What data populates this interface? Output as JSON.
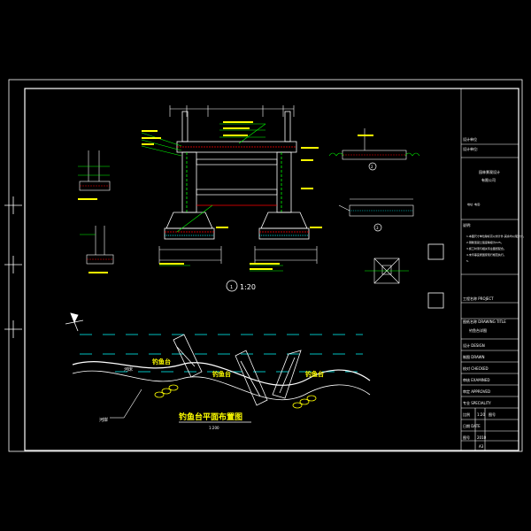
{
  "drawing": {
    "plan_title": "钓鱼台平面布置图",
    "plan_scale": "1:200",
    "section_scale": "1:20",
    "section_marker_1": "1",
    "section_marker_2": "2",
    "section_marker_3": "3",
    "river_label": "河床",
    "platform_label_1": "钓鱼台",
    "platform_label_2": "钓鱼台",
    "platform_label_3": "钓鱼台",
    "shore_label": "河岸",
    "north_label": "N"
  },
  "title_block": {
    "header_1": "设计单位",
    "header_2": "设计单位:",
    "company_line_1": "园林景观设计",
    "company_line_2": "有限公司",
    "contact_line": "地址: 电话:",
    "notes_label": "说明:",
    "notes_line_1": "1.本图尺寸单位除标高以米计外,其余均以毫米计。",
    "notes_line_2": "2.钢筋混凝土强度等级为C25。",
    "notes_line_3": "3.施工时须与相关专业图纸配合。",
    "notes_line_4": "4.未尽事宜按国家现行规范执行。",
    "notes_line_5": "5.",
    "project_label": "工程名称 PROJECT",
    "drawing_title_label": "图纸名称 DRAWING TITLE",
    "drawing_title": "钓鱼台详图",
    "row_1": "设计 DESIGN",
    "row_2": "制图 DRAWN",
    "row_3": "校对 CHECKED",
    "row_4": "审核 EXAMINED",
    "row_5": "审定 APPROVED",
    "row_6": "专业 SPECIALITY",
    "row_7": "比例",
    "row_7_value": "1:20",
    "row_7_right": "图号",
    "row_8": "日期 DATE",
    "row_8_value": "2010",
    "row_9": "图号",
    "row_9_value": "A3"
  },
  "colors": {
    "background": "#000000",
    "frame": "#ffffff",
    "annotation": "#00ff00",
    "water": "#00ffff",
    "highlight": "#ffff00",
    "hatch": "#ff0000",
    "leader": "#ffffff"
  }
}
